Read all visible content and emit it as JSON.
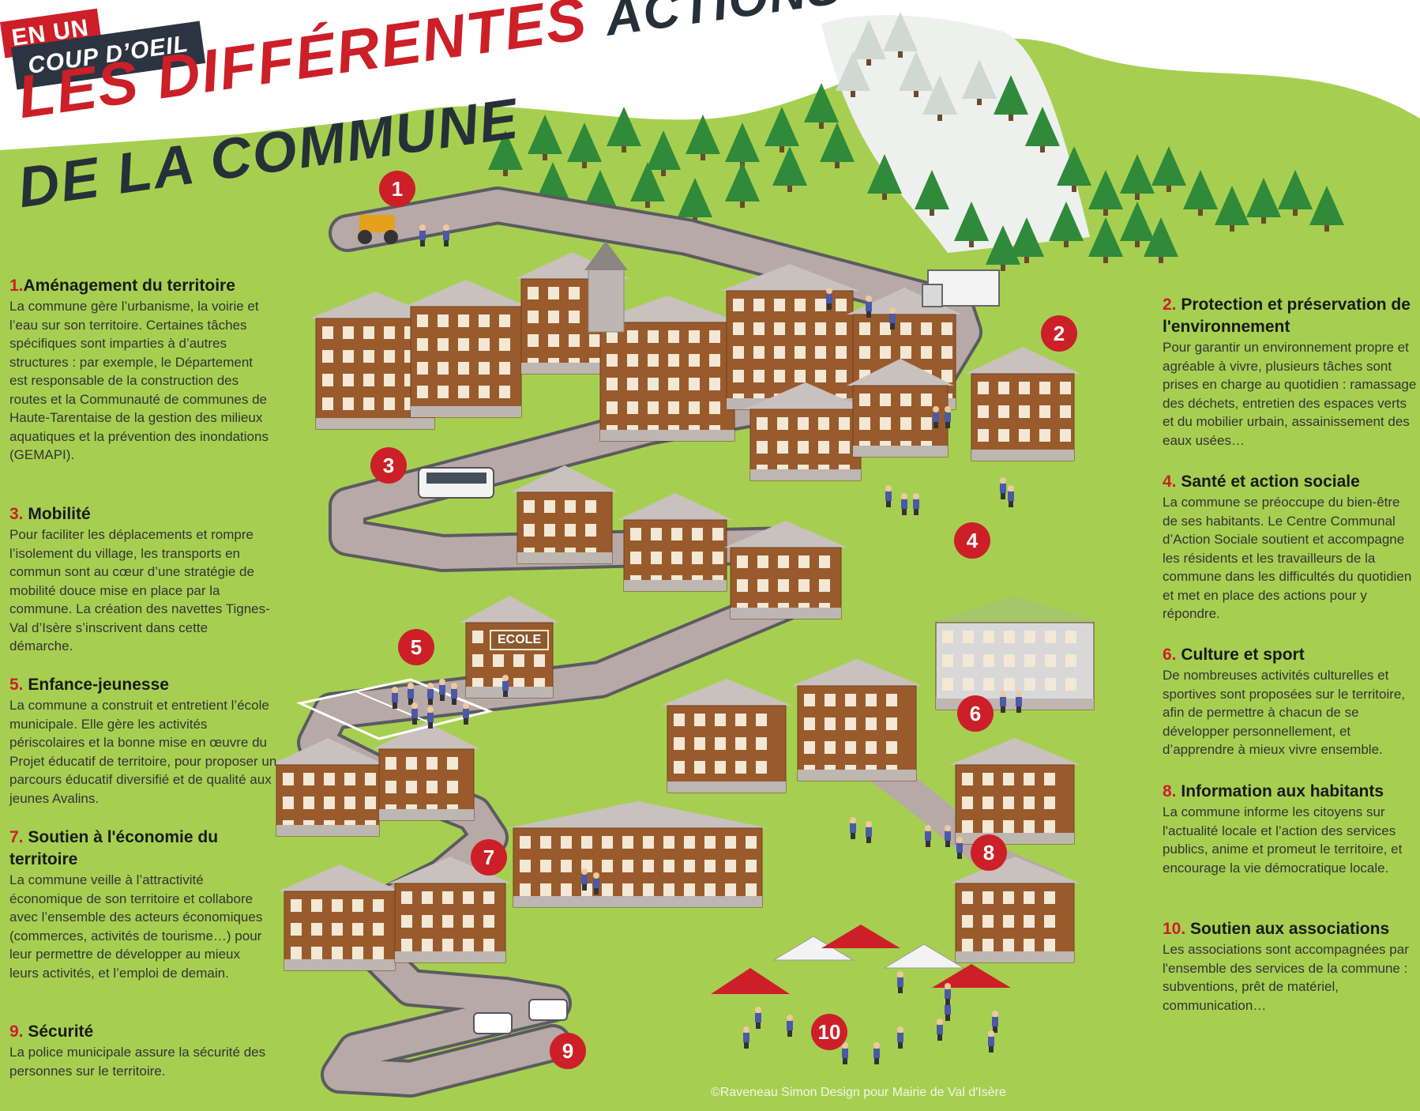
{
  "badge": {
    "line1": "EN UN",
    "line2": "COUP D’OEIL"
  },
  "title": {
    "red": "LES DIFFÉRENTES",
    "dark": "ACTIONS",
    "line2": "DE LA COMMUNE"
  },
  "school_sign": "ECOLE",
  "markers": [
    "1",
    "2",
    "3",
    "4",
    "5",
    "6",
    "7",
    "8",
    "9",
    "10"
  ],
  "sections": {
    "s1": {
      "num": "1.",
      "title": "Aménagement du territoire",
      "text": "La commune gère l’urbanisme, la voirie et l’eau sur son territoire. Certaines tâches spécifiques sont imparties à d’autres structures : par exemple, le Département est responsable de la construction des routes et la Communauté de communes de Haute-Tarentaise de la gestion des milieux aquatiques et la prévention des inondations (GEMAPI)."
    },
    "s3": {
      "num": "3.",
      "title": "Mobilité",
      "text": "Pour faciliter les déplacements et rompre l’isolement du village, les transports en commun sont au cœur d’une stratégie de mobilité douce mise en place par la commune. La création des navettes Tignes-Val d’Isère s’inscrivent dans cette démarche."
    },
    "s5": {
      "num": "5.",
      "title": "Enfance-jeunesse",
      "text": "La commune a construit et entretient l’école municipale. Elle gère les activités périscolaires et la bonne mise en œuvre du Projet éducatif de territoire, pour proposer un parcours éducatif diversifié et de qualité aux jeunes Avalins."
    },
    "s7": {
      "num": "7.",
      "title": "Soutien à l'économie du territoire",
      "text": "La commune veille à l’attractivité économique de son territoire et collabore avec l’ensemble des acteurs économiques (commerces, activités de tourisme…) pour leur permettre de développer au mieux leurs activités, et l’emploi de demain."
    },
    "s9": {
      "num": "9.",
      "title": "Sécurité",
      "text": "La police municipale assure la sécurité des personnes sur le territoire."
    },
    "s2": {
      "num": "2.",
      "title": "Protection et préservation de l'environnement",
      "text": "Pour garantir un environnement propre et agréable à vivre, plusieurs tâches sont prises en charge au quotidien : ramassage des déchets, entretien des espaces verts et du mobilier urbain, assainissement des eaux usées…"
    },
    "s4": {
      "num": "4.",
      "title": "Santé et action sociale",
      "text": "La commune se préoccupe du bien-être de ses habitants. Le Centre Communal d’Action Sociale soutient et accompagne les résidents et les travailleurs de la commune dans les difficultés du quotidien et met en place des actions pour y répondre."
    },
    "s6": {
      "num": "6.",
      "title": "Culture et sport",
      "text": "De nombreuses activités culturelles et sportives sont proposées sur le territoire, afin de permettre à chacun de se développer personnellement, et d’apprendre à mieux vivre ensemble."
    },
    "s8": {
      "num": "8.",
      "title": "Information aux habitants",
      "text": "La commune informe les citoyens sur l'actualité locale et l’action des services publics, anime et promeut le territoire, et encourage la vie démocratique locale."
    },
    "s10": {
      "num": "10.",
      "title": "Soutien aux associations",
      "text": "Les associations sont accompagnées par l'ensemble des services de la commune : subventions, prêt de matériel, communication…"
    }
  },
  "credit": "©Raveneau Simon Design pour Mairie de Val d'Isère",
  "colors": {
    "accent": "#cc1f28",
    "dark": "#263038",
    "grass": "#a6cf52"
  }
}
